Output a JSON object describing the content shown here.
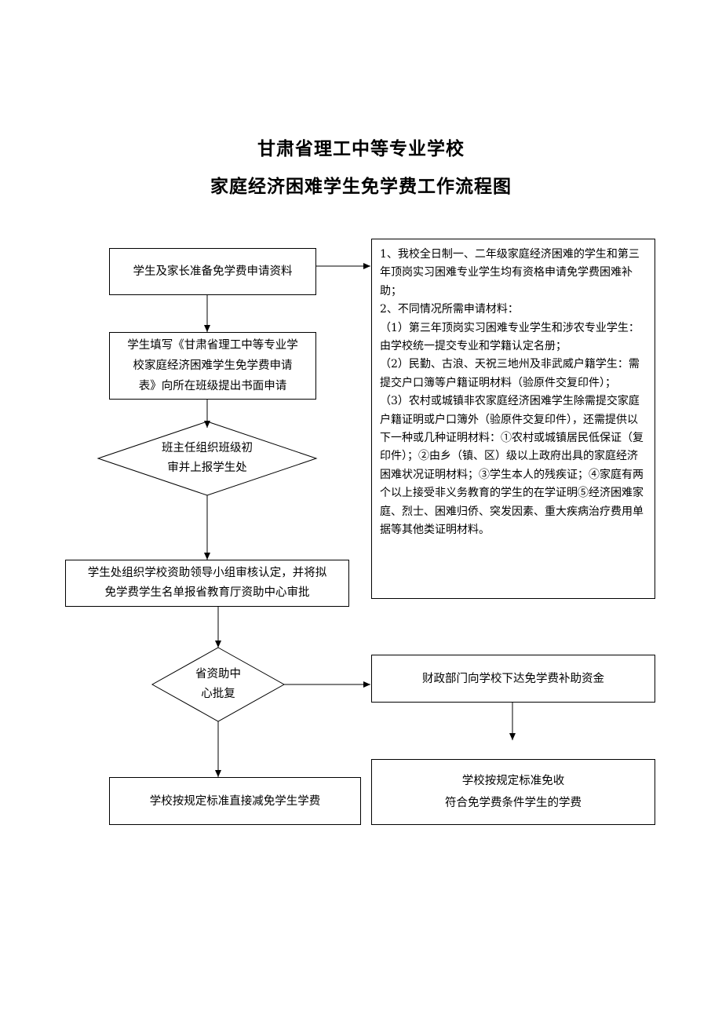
{
  "title": {
    "line1": "甘肃省理工中等专业学校",
    "line2": "家庭经济困难学生免学费工作流程图"
  },
  "nodes": {
    "prepare": "学生及家长准备免学费申请资料",
    "fill_form": [
      "学生填写《甘肃省理工中等专业学",
      "校家庭经济困难学生免学费申请",
      "表》向所在班级提出书面申请"
    ],
    "teacher_review": [
      "班主任组织班级初",
      "审并上报学生处"
    ],
    "student_office": [
      "学生处组织学校资助领导小组审核认定，并将拟",
      "免学费学生名单报省教育厅资助中心审批"
    ],
    "center_approve": [
      "省资助中",
      "心批复"
    ],
    "direct_reduce": "学校按规定标准直接减免学生学费",
    "finance": "财政部门向学校下达免学费补助资金",
    "waive": [
      "学校按规定标准免收",
      "符合免学费条件学生的学费"
    ]
  },
  "notes": [
    "1、我校全日制一、二年级家庭经济困难的学生和第三年顶岗实习困难专业学生均有资格申请免学费困难补助；",
    "2、不同情况所需申请材料：",
    "（1）第三年顶岗实习困难专业学生和涉农专业学生：由学校统一提交专业和学籍认定名册；",
    "（2）民勤、古浪、天祝三地州及非武威户籍学生：需提交户口簿等户籍证明材料（验原件交复印件）；",
    "（3）农村或城镇非农家庭经济困难学生除需提交家庭户籍证明或户口簿外（验原件交复印件），还需提供以下一种或几种证明材料：①农村或城镇居民低保证（复印件）；②由乡（镇、区）级以上政府出具的家庭经济困难状况证明材料；③学生本人的残疾证；④家庭有两个以上接受非义务教育的学生的在学证明⑤经济困难家庭、烈士、困难归侨、突发因素、重大疾病治疗费用单据等其他类证明材料。"
  ]
}
